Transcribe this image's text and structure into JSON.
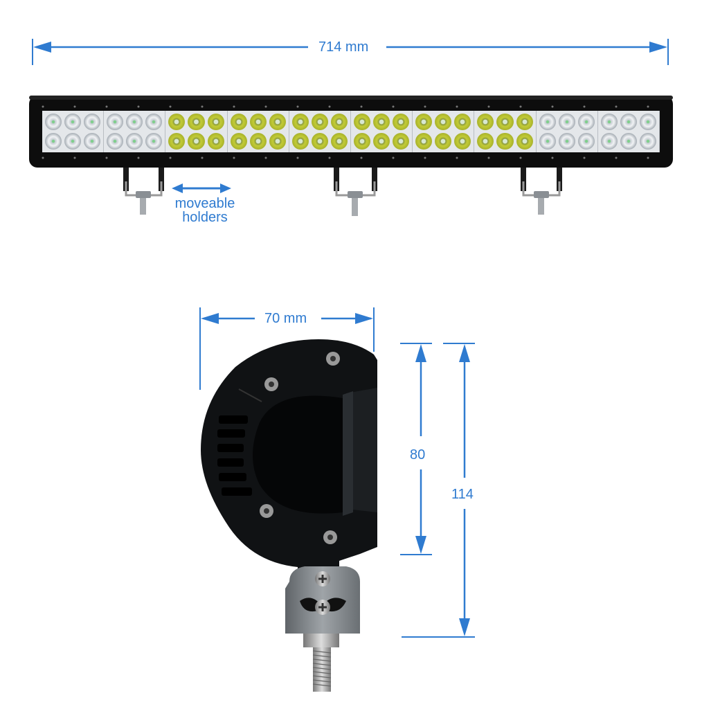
{
  "diagram": {
    "subject": "LED light bar dimension drawing",
    "accent_color": "#2f7bd0",
    "housing_color": "#0d0d0d",
    "top_view": {
      "length_label": "714 mm",
      "holders_label_line1": "moveable",
      "holders_label_line2": "holders",
      "led_modules": [
        {
          "type": "flood",
          "color": "#dfe3e6"
        },
        {
          "type": "flood",
          "color": "#dfe3e6"
        },
        {
          "type": "spot",
          "color": "#c9d23a"
        },
        {
          "type": "spot",
          "color": "#c9d23a"
        },
        {
          "type": "spot",
          "color": "#c9d23a"
        },
        {
          "type": "spot",
          "color": "#c9d23a"
        },
        {
          "type": "spot",
          "color": "#c9d23a"
        },
        {
          "type": "spot",
          "color": "#c9d23a"
        },
        {
          "type": "flood",
          "color": "#dfe3e6"
        },
        {
          "type": "flood",
          "color": "#dfe3e6"
        }
      ],
      "leds_per_module": {
        "rows": 2,
        "cols": 3
      },
      "holder_count": 3
    },
    "side_view": {
      "width_label": "70 mm",
      "body_height_label": "80",
      "total_height_label": "114"
    }
  }
}
